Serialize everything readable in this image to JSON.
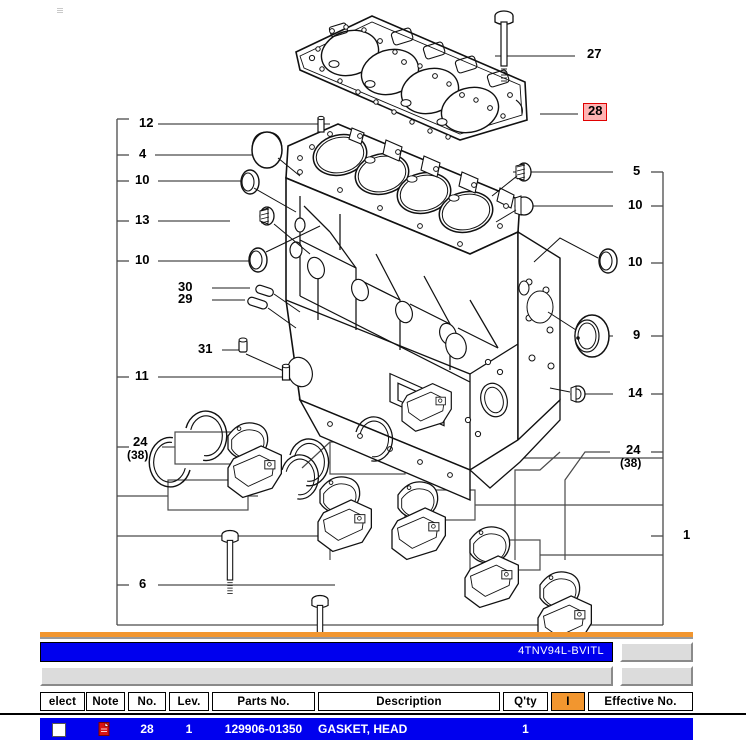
{
  "app": {
    "model_title": "4TNV94L-BVITL"
  },
  "diagram": {
    "name": "cylinder-block-exploded-view",
    "highlighted_callout": "28",
    "callouts_left": [
      {
        "id": "12",
        "label": "12"
      },
      {
        "id": "4",
        "label": "4"
      },
      {
        "id": "10a",
        "label": "10"
      },
      {
        "id": "13",
        "label": "13"
      },
      {
        "id": "10b",
        "label": "10"
      },
      {
        "id": "30",
        "label": "30"
      },
      {
        "id": "29",
        "label": "29"
      },
      {
        "id": "31",
        "label": "31"
      },
      {
        "id": "11",
        "label": "11"
      },
      {
        "id": "24",
        "label": "24"
      },
      {
        "id": "24sub",
        "label": "(38)"
      },
      {
        "id": "6",
        "label": "6"
      }
    ],
    "callouts_right": [
      {
        "id": "27",
        "label": "27"
      },
      {
        "id": "28",
        "label": "28"
      },
      {
        "id": "5",
        "label": "5"
      },
      {
        "id": "10c",
        "label": "10"
      },
      {
        "id": "10d",
        "label": "10"
      },
      {
        "id": "9",
        "label": "9"
      },
      {
        "id": "14",
        "label": "14"
      },
      {
        "id": "24r",
        "label": "24"
      },
      {
        "id": "24rsub",
        "label": "(38)"
      },
      {
        "id": "1",
        "label": "1"
      }
    ]
  },
  "table": {
    "headers": [
      {
        "key": "select",
        "label": "elect"
      },
      {
        "key": "note",
        "label": "Note"
      },
      {
        "key": "no",
        "label": "No."
      },
      {
        "key": "lev",
        "label": "Lev."
      },
      {
        "key": "parts_no",
        "label": "Parts No."
      },
      {
        "key": "description",
        "label": "Description"
      },
      {
        "key": "qty",
        "label": "Q'ty"
      },
      {
        "key": "i",
        "label": "I"
      },
      {
        "key": "effective",
        "label": "Effective No."
      }
    ],
    "rows": [
      {
        "select": "",
        "note": "note-icon",
        "no": "28",
        "lev": "1",
        "parts_no": "129906-01350",
        "description": "GASKET, HEAD",
        "qty": "1",
        "i": "",
        "effective": ""
      }
    ]
  },
  "colors": {
    "accent_orange": "#f2962f",
    "selection_blue": "#0000ee",
    "highlight_pink": "#ffb3b3",
    "highlight_border_red": "#e00000"
  }
}
